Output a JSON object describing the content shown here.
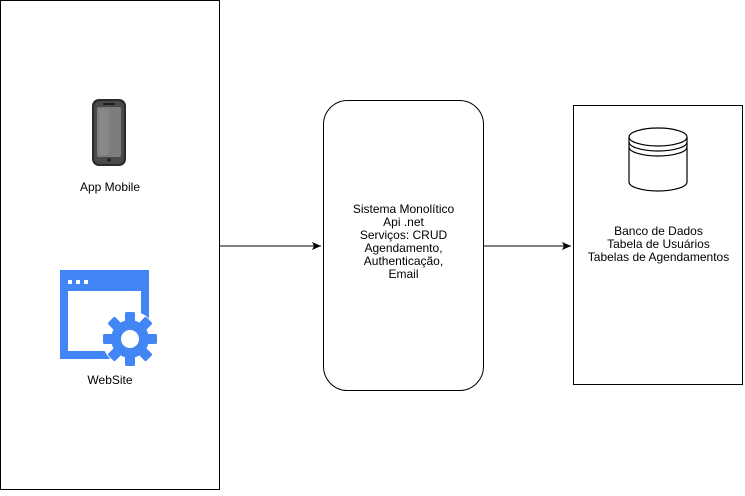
{
  "clients": {
    "mobile_label": "App Mobile",
    "website_label": "WebSite"
  },
  "monolith": {
    "lines": [
      "Sistema Monolítico",
      "Api .net",
      "Serviços: CRUD",
      "Agendamento,",
      "Authenticação,",
      "Email"
    ]
  },
  "database": {
    "lines": [
      "Banco de Dados",
      "Tabela de Usuários",
      "Tabelas de Agendamentos"
    ]
  },
  "colors": {
    "stroke": "#000000",
    "web_icon_blue": "#4285f4",
    "phone_body": "#3a3a3a",
    "phone_screen": "#7a7a7a"
  },
  "icons": {
    "mobile": "smartphone-icon",
    "website": "browser-gear-icon",
    "database": "database-cylinder-icon"
  }
}
